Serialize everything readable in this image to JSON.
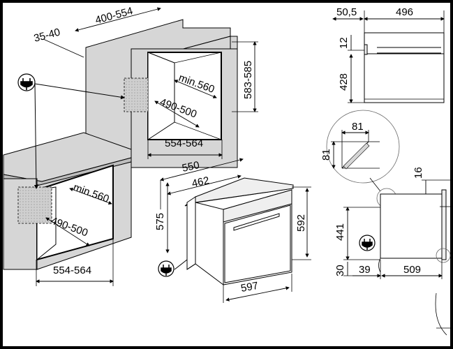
{
  "installation_diagram": {
    "column_unit": {
      "depth_range": "400-554",
      "rear_gap": "35-40",
      "height_range": "583-585",
      "min_depth": "min.560",
      "depth_490_500": "490-500",
      "width_range": "554-564"
    },
    "under_counter": {
      "min_depth": "min.560",
      "depth_490_500": "490-500",
      "width_range": "554-564"
    },
    "oven_perspective": {
      "top_depth": "550",
      "inner_depth": "462",
      "body_height": "575",
      "front_height": "592",
      "front_width": "597"
    },
    "side_view": {
      "front_thickness": "50,5",
      "body_depth": "496",
      "top_gap": "12",
      "body_height": "428"
    },
    "detail_view": {
      "chamfer_h": "81",
      "chamfer_v": "81"
    },
    "section_view": {
      "gap_16": "16",
      "height_441": "441",
      "bottom_30": "30",
      "offset_39": "39",
      "depth_509": "509"
    },
    "symbols": {
      "power_plug": "power-plug-icon"
    }
  }
}
